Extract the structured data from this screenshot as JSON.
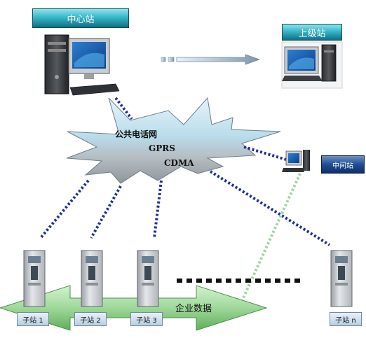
{
  "central_station": {
    "label": "中心站"
  },
  "upper_station": {
    "label": "上级站"
  },
  "intermediate_station": {
    "label": "中间站"
  },
  "network": {
    "lines": [
      "公共电话网",
      "GPRS",
      "CDMA"
    ]
  },
  "enterprise_data": {
    "label": "企业数据"
  },
  "substations": [
    {
      "label": "子站 1"
    },
    {
      "label": "子站 2"
    },
    {
      "label": "子站 3"
    },
    {
      "label": "子站 n"
    }
  ],
  "colors": {
    "link_dotted": "#1f2f9f",
    "link_green": "#9fd3a3",
    "arrow_fill": "#9fd89a",
    "cloud_top": "#d8ecf6",
    "cloud_bottom": "#9aa3a9"
  },
  "icons": {
    "central_computer": "desktop-computer-icon",
    "upper_computer": "desktop-computer-icon",
    "intermediate_computer": "small-computer-icon",
    "substation_cabinet": "server-cabinet-icon"
  }
}
